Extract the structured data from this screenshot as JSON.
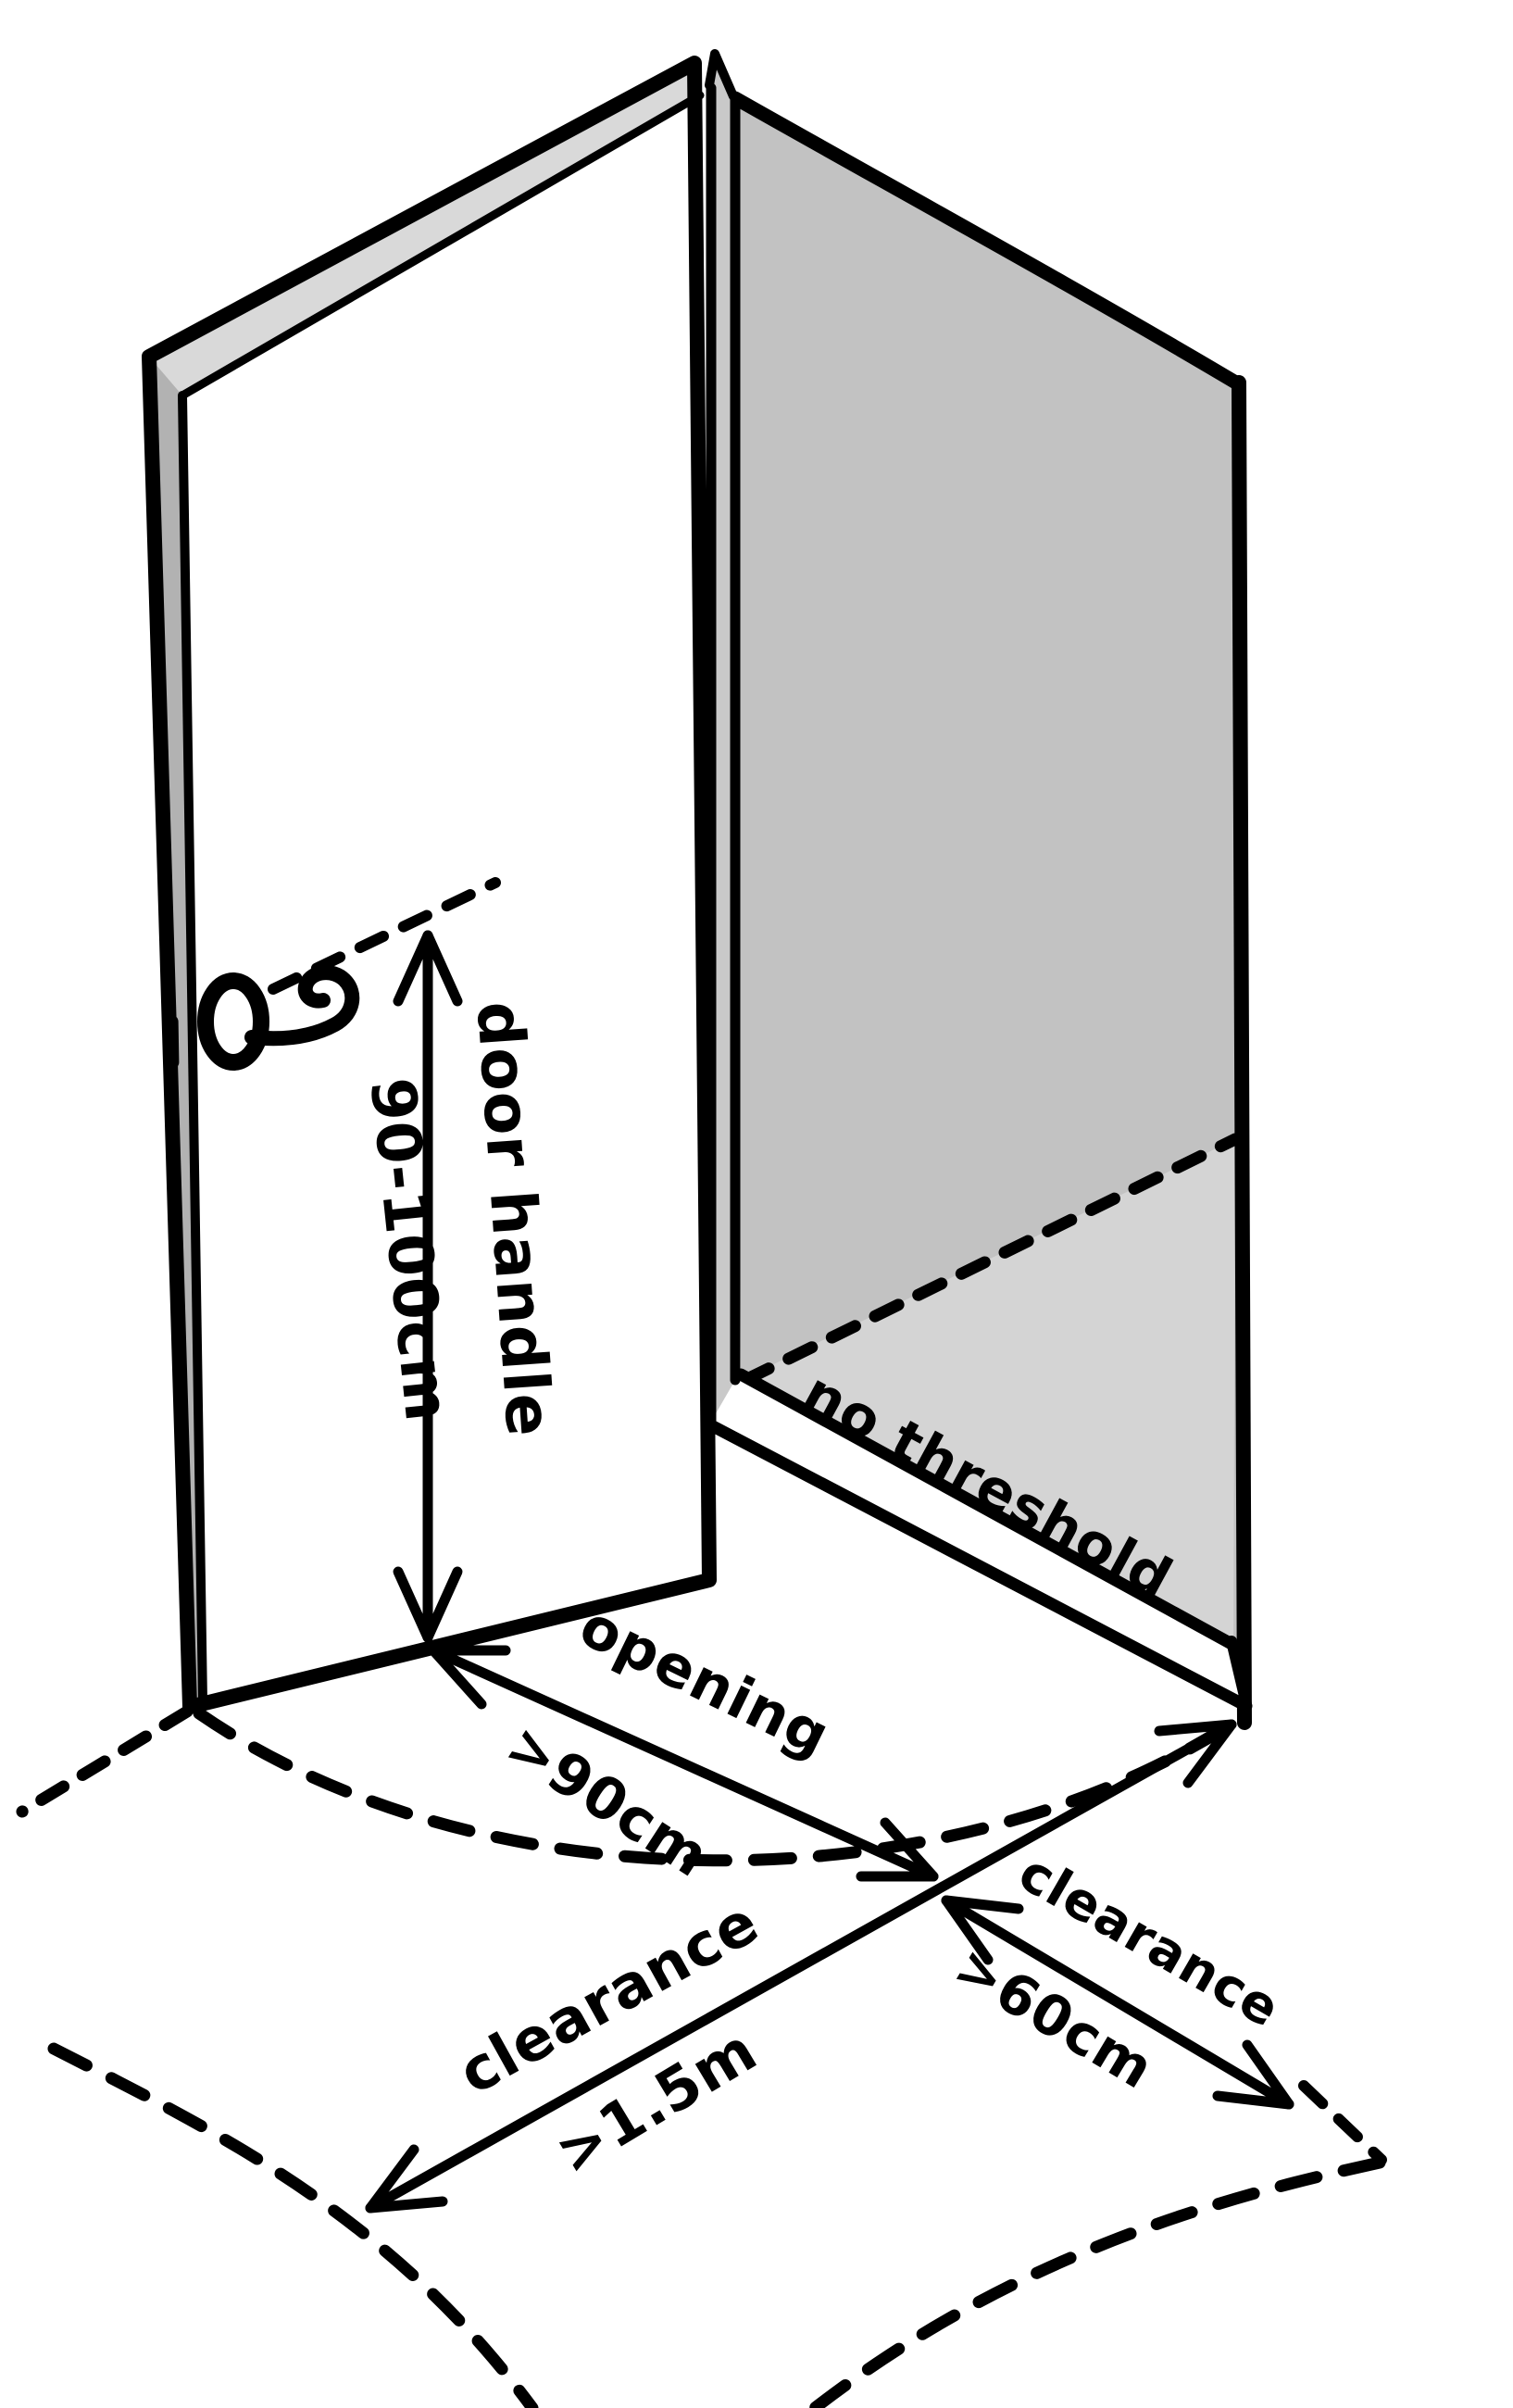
{
  "diagram": {
    "labels": {
      "handle": "door handle",
      "handle_height": "90-100cm",
      "threshold": "no threshold",
      "opening": "opening",
      "opening_min": ">90cm",
      "front_clearance": "clearance",
      "front_clearance_min": ">1.5m",
      "side_clearance": "clearance",
      "side_clearance_min": ">60cm"
    },
    "colors": {
      "ink": "#000000",
      "background": "#ffffff",
      "wall": "#c2c2c2",
      "floor_inside": "#d4d4d4",
      "door_top": "#d9d9d9",
      "door_edge": "#b2b2b2",
      "frame": "#c9c9c9"
    }
  }
}
